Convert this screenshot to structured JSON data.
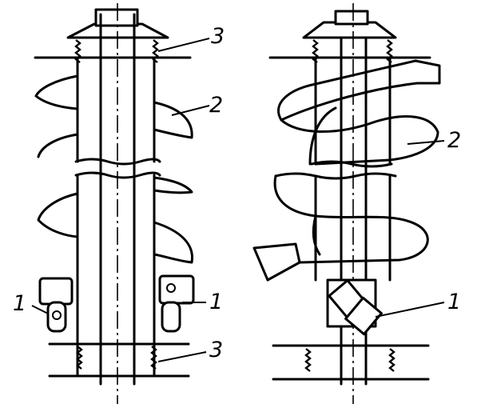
{
  "labels": {
    "left_top_spring": "3",
    "left_auger": "2",
    "left_bottom_left_clamp": "1",
    "left_bottom_right_clamp": "1",
    "left_bottom_spring": "3",
    "right_auger": "2",
    "right_clamp": "1"
  }
}
